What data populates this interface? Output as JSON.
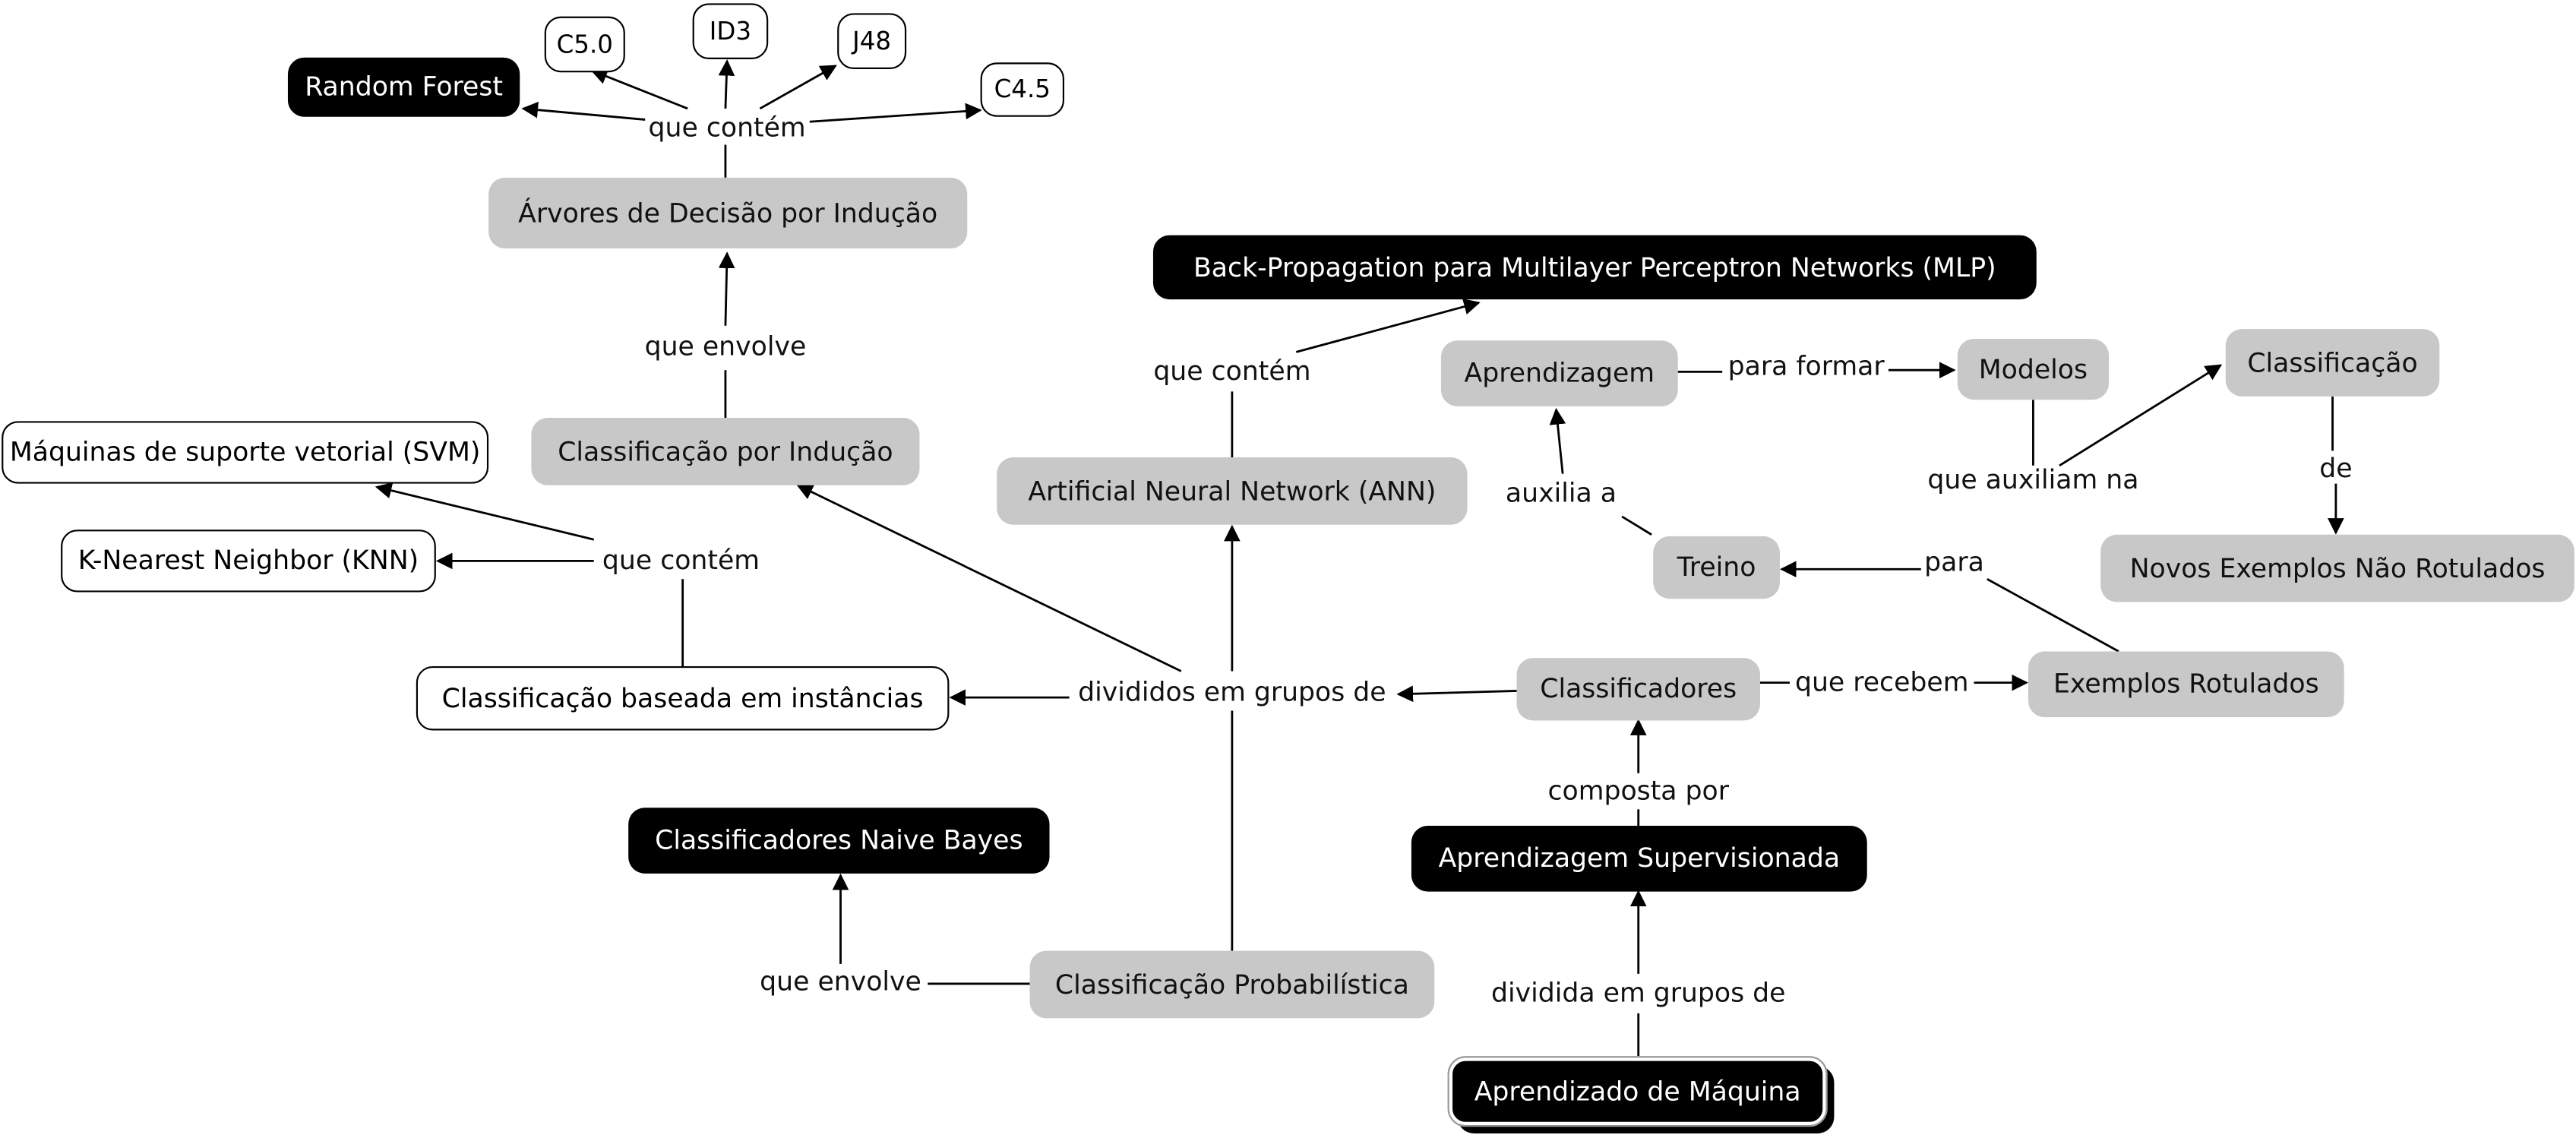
{
  "nodes": {
    "random_forest": "Random Forest",
    "c50": "C5.0",
    "id3": "ID3",
    "j48": "J48",
    "c45": "C4.5",
    "arvores": "Árvores de Decisão por Indução",
    "backprop": "Back-Propagation para Multilayer Perceptron Networks (MLP)",
    "aprendizagem": "Aprendizagem",
    "modelos": "Modelos",
    "classificacao": "Classificação",
    "svm": "Máquinas de suporte vetorial (SVM)",
    "class_inducao": "Classificação por Indução",
    "ann": "Artificial Neural Network (ANN)",
    "knn": "K-Nearest Neighbor (KNN)",
    "treino": "Treino",
    "novos": "Novos Exemplos Não Rotulados",
    "instancias": "Classificação baseada em instâncias",
    "classificadores": "Classificadores",
    "rotulados": "Exemplos Rotulados",
    "naive": "Classificadores Naive Bayes",
    "supervisionada": "Aprendizagem Supervisionada",
    "probabilistica": "Classificação Probabilística",
    "maquina": "Aprendizado de Máquina"
  },
  "links": {
    "que_contem_top": "que contém",
    "que_envolve_top": "que envolve",
    "que_contem_ann": "que contém",
    "para_formar": "para formar",
    "auxilia_a": "auxilia a",
    "que_auxiliam_na": "que auxiliam na",
    "de": "de",
    "que_contem_inst": "que contém",
    "para": "para",
    "divididos": "divididos em grupos de",
    "que_recebem": "que recebem",
    "composta_por": "composta por",
    "que_envolve_bottom": "que envolve",
    "dividida": "dividida em grupos de"
  }
}
